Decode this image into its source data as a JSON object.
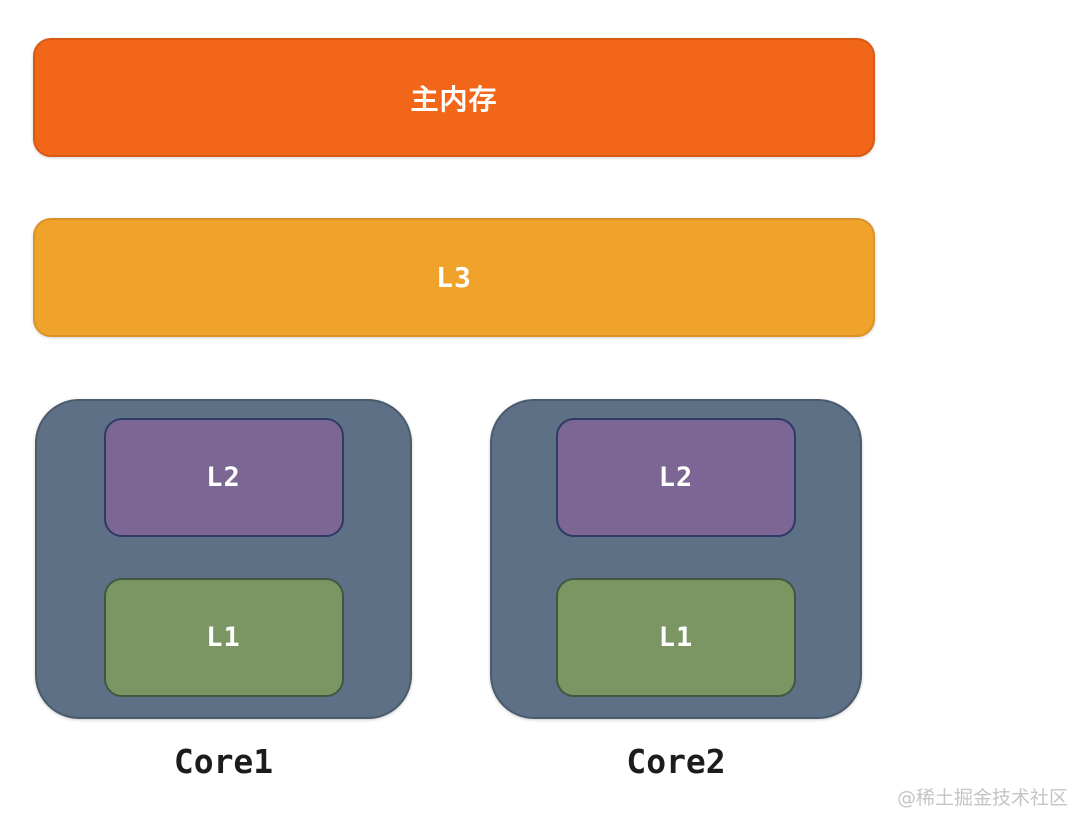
{
  "diagram": {
    "main_memory": {
      "label": "主内存"
    },
    "l3": {
      "label": "L3"
    },
    "cores": [
      {
        "name": "Core1",
        "l2_label": "L2",
        "l1_label": "L1"
      },
      {
        "name": "Core2",
        "l2_label": "L2",
        "l1_label": "L1"
      }
    ],
    "watermark": "@稀土掘金技术社区"
  },
  "colors": {
    "page_bg": "#FFFFFF",
    "main_memory_bg": "#F2661A",
    "main_memory_border": "#D85A12",
    "l3_bg": "#EFA32A",
    "l3_border": "#DB9226",
    "core_bg": "#5D7086",
    "core_border": "#4A5B6E",
    "l2_bg": "#7C6694",
    "l2_border": "#2F3A66",
    "l1_bg": "#7B9663",
    "l1_border": "#3E5940",
    "box_label_text": "#FFFFFF",
    "core_label_text": "#1C1C1C",
    "watermark_text": "#C5C5C5"
  }
}
